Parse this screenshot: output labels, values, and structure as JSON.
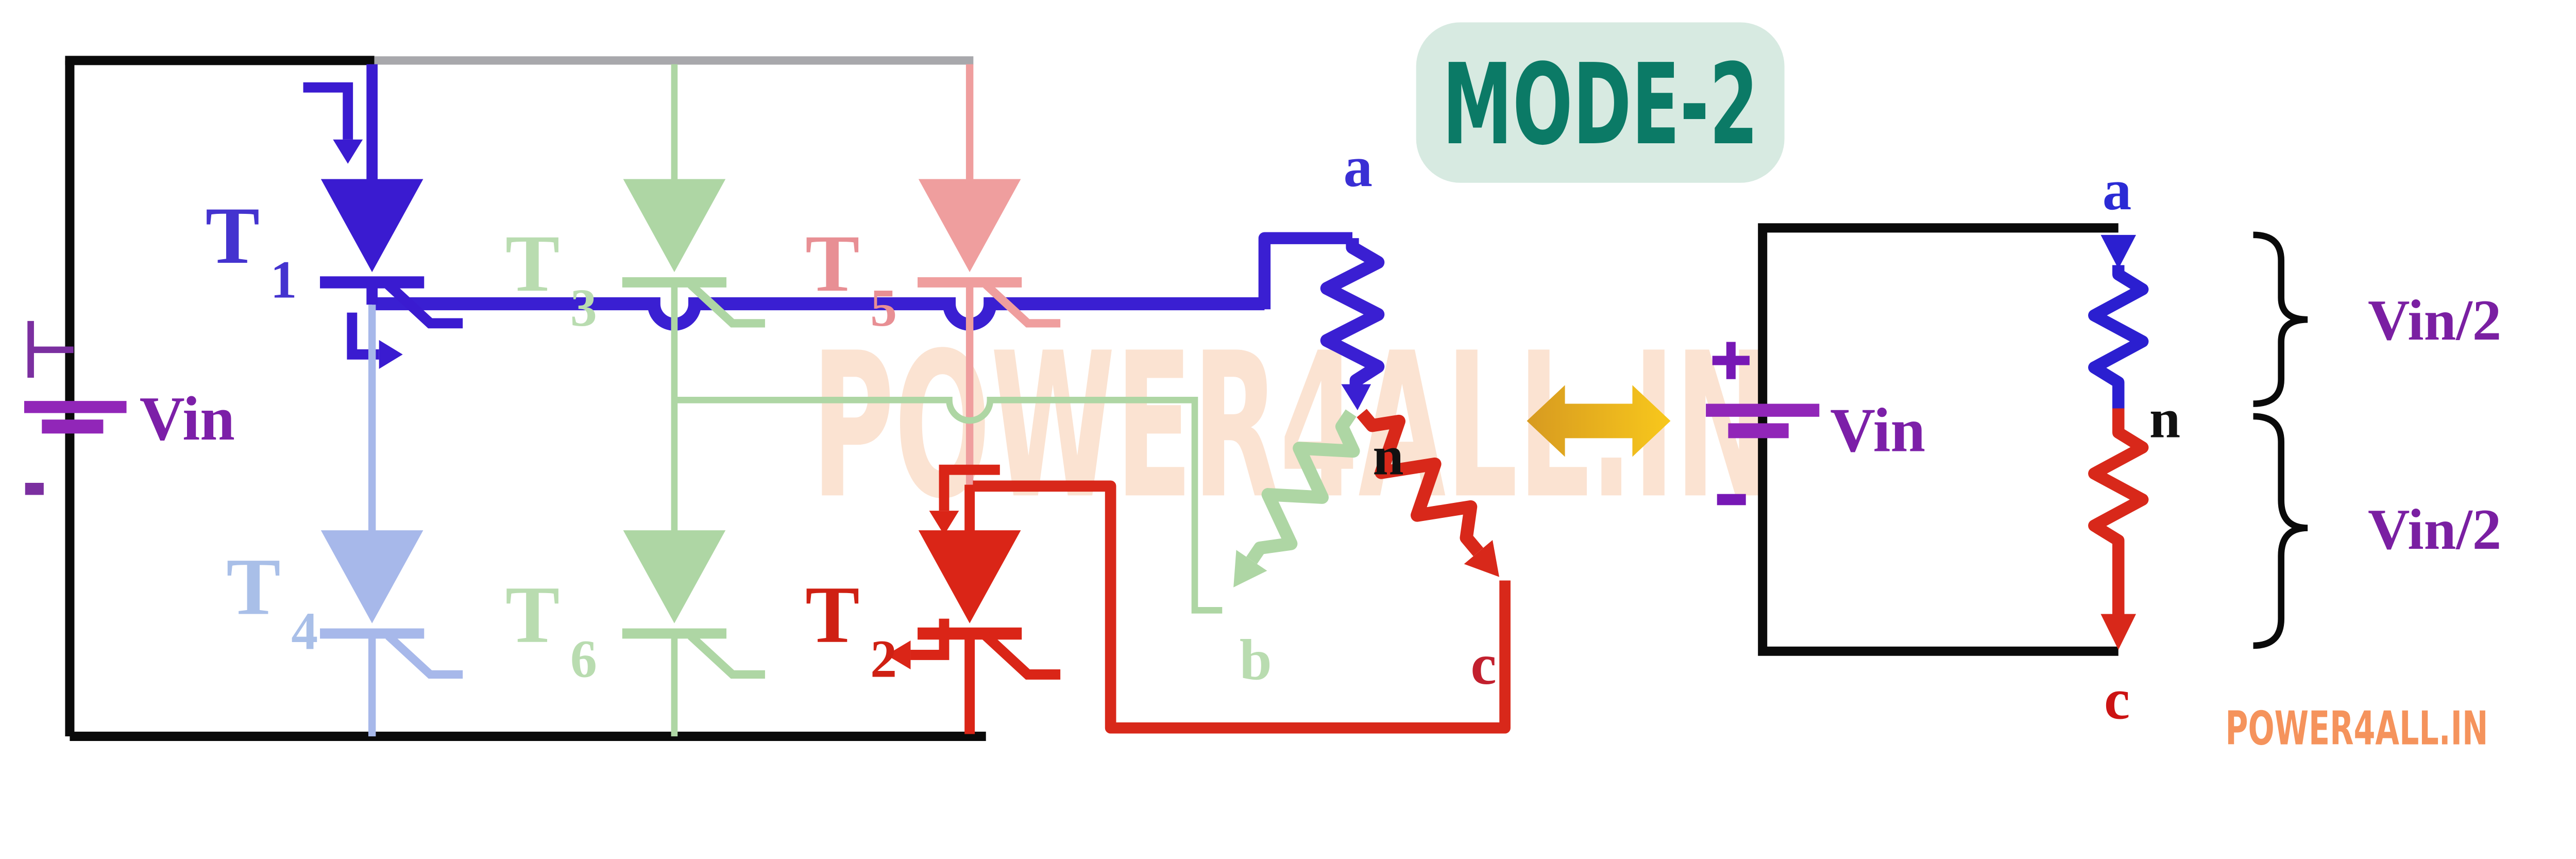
{
  "badge": {
    "label": "MODE-2",
    "bg_color": "#d7eae1",
    "text_color": "#0b7a66"
  },
  "watermark": {
    "text": "POWER4ALL.IN",
    "color": "#fbe3d2"
  },
  "footer": {
    "text": "POWER4ALL.IN",
    "color": "#f5935c"
  },
  "source": {
    "label": "Vin",
    "polarity_positive": "+",
    "polarity_negative": "-",
    "color": "#7c1fa8"
  },
  "bridge": {
    "thyristors": [
      {
        "letter": "T",
        "sub": "1",
        "state": "conducting",
        "color": "#3a1bd0"
      },
      {
        "letter": "T",
        "sub": "3",
        "state": "off",
        "color": "#aed6a4"
      },
      {
        "letter": "T",
        "sub": "5",
        "state": "off",
        "color": "#ef9e9e"
      },
      {
        "letter": "T",
        "sub": "4",
        "state": "off",
        "color": "#a7b8ea"
      },
      {
        "letter": "T",
        "sub": "6",
        "state": "off",
        "color": "#aed6a4"
      },
      {
        "letter": "T",
        "sub": "2",
        "state": "conducting",
        "color": "#da2517"
      }
    ]
  },
  "load": {
    "phase_a": "a",
    "phase_b": "b",
    "phase_c": "c",
    "neutral": "n",
    "phase_a_color": "#3a2fd4",
    "phase_b_color": "#b9dcb0",
    "phase_c_color": "#c2202e",
    "neutral_color": "#111111"
  },
  "equivalent": {
    "source_label": "Vin",
    "polarity_positive": "+",
    "polarity_negative": "-",
    "node_a": "a",
    "node_n": "n",
    "node_c": "c",
    "upper_voltage": "Vin/2",
    "lower_voltage": "Vin/2",
    "upper_resistor_color": "#2b1fd0",
    "lower_resistor_color": "#d8281a"
  },
  "colors": {
    "wire_black": "#0a0a0a",
    "wire_gray": "#a8a8ac",
    "bus_blue": "#3a1fd2",
    "wire_red": "#d8281a",
    "battery_purple": "#9126b8",
    "gold_arrow_dark": "#d79a20",
    "gold_arrow_light": "#f8c81c"
  }
}
